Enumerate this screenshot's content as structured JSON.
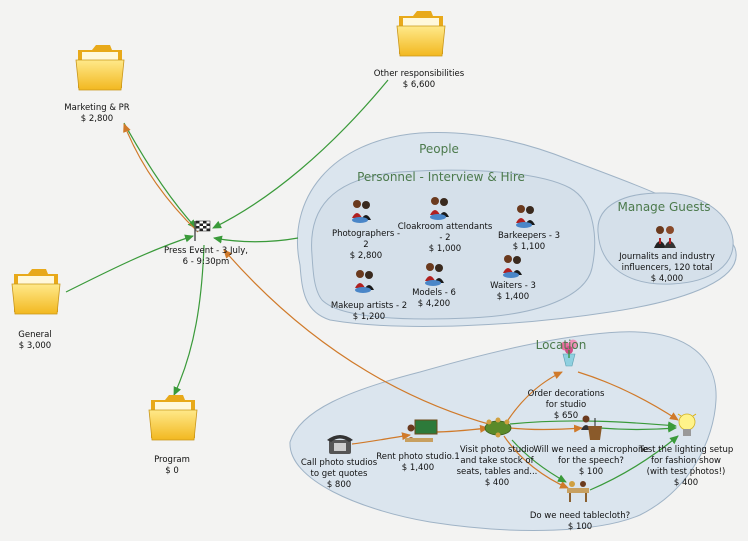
{
  "colors": {
    "green_link": "#3a9a3a",
    "orange_link": "#d07a2a",
    "group_fill": "#dbe5ee",
    "group_stroke": "#9fb3c6",
    "group_title": "#4c7a4c",
    "folder_yellow": "#f5cf3a"
  },
  "central": {
    "title": "Press Event - 3 July,",
    "subtitle": "6 - 9:30pm",
    "icon": "checkered-flag-icon"
  },
  "folders": [
    {
      "id": "marketing",
      "label": "Marketing & PR",
      "amount": "$ 2,800",
      "icon": "folder-icon"
    },
    {
      "id": "other",
      "label": "Other responsibilities",
      "amount": "$ 6,600",
      "icon": "folder-icon"
    },
    {
      "id": "general",
      "label": "General",
      "amount": "$ 3,000",
      "icon": "folder-icon"
    },
    {
      "id": "program",
      "label": "Program",
      "amount": "$ 0",
      "icon": "folder-icon"
    }
  ],
  "people": {
    "title": "People",
    "personnel": {
      "title": "Personnel - Interview & Hire",
      "items": [
        {
          "line1": "Photographers -",
          "line2": "2",
          "amount": "$ 2,800",
          "icon": "people-group-icon"
        },
        {
          "line1": "Cloakroom attendants",
          "line2": "- 2",
          "amount": "$ 1,000",
          "icon": "people-group-icon"
        },
        {
          "line1": "Barkeepers - 3",
          "line2": "",
          "amount": "$ 1,100",
          "icon": "people-group-icon"
        },
        {
          "line1": "Makeup artists - 2",
          "line2": "",
          "amount": "$ 1,200",
          "icon": "people-group-icon"
        },
        {
          "line1": "Models - 6",
          "line2": "",
          "amount": "$ 4,200",
          "icon": "people-group-icon"
        },
        {
          "line1": "Waiters - 3",
          "line2": "",
          "amount": "$ 1,400",
          "icon": "people-group-icon"
        }
      ]
    },
    "guests": {
      "title": "Manage Guests",
      "item": {
        "line1": "Journalits and industry",
        "line2": "influencers, 120 total",
        "amount": "$ 4,000",
        "icon": "business-people-icon"
      }
    }
  },
  "location": {
    "title": "Location",
    "items": [
      {
        "id": "call",
        "lines": [
          "Call photo studios",
          "to get quotes"
        ],
        "amount": "$ 800",
        "icon": "telephone-icon"
      },
      {
        "id": "rent",
        "lines": [
          "Rent photo studio.1"
        ],
        "amount": "$ 1,400",
        "icon": "meeting-icon"
      },
      {
        "id": "visit",
        "lines": [
          "Visit photo studio",
          "and take stock of",
          "seats, tables and..."
        ],
        "amount": "$ 400",
        "icon": "conference-table-icon"
      },
      {
        "id": "decor",
        "lines": [
          "Order decorations",
          "for studio"
        ],
        "amount": "$ 650",
        "icon": "flowers-icon"
      },
      {
        "id": "mic",
        "lines": [
          "Will we need a microphone",
          "for the speech?"
        ],
        "amount": "$ 100",
        "icon": "speaker-podium-icon"
      },
      {
        "id": "cloth",
        "lines": [
          "Do we need tablecloth?"
        ],
        "amount": "$ 100",
        "icon": "dining-table-icon"
      },
      {
        "id": "light",
        "lines": [
          "Test the lighting setup",
          "for fashion show",
          "(with test photos!)"
        ],
        "amount": "$ 400",
        "icon": "lightbulb-icon"
      }
    ]
  }
}
